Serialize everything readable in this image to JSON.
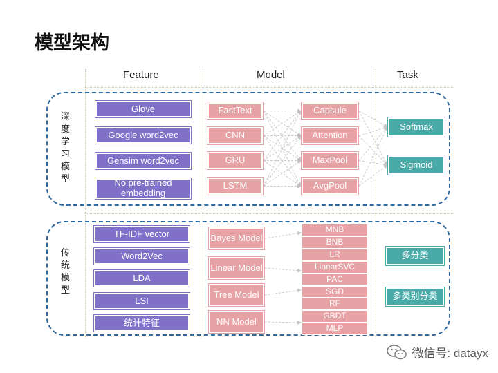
{
  "title": "模型架构",
  "headers": {
    "feature": "Feature",
    "model": "Model",
    "task": "Task"
  },
  "deep": {
    "label": "深度学习模型",
    "features": [
      "Glove",
      "Google word2vec",
      "Gensim word2vec",
      "No pre-trained embedding"
    ],
    "models_a": [
      "FastText",
      "CNN",
      "GRU",
      "LSTM"
    ],
    "models_b": [
      "Capsule",
      "Attention",
      "MaxPool",
      "AvgPool"
    ],
    "tasks": [
      "Softmax",
      "Sigmoid"
    ]
  },
  "traditional": {
    "label": "传统模型",
    "features": [
      "TF-IDF vector",
      "Word2Vec",
      "LDA",
      "LSI",
      "统计特征"
    ],
    "models": [
      "Bayes Model",
      "Linear Model",
      "Tree Model",
      "NN Model"
    ],
    "classifiers": [
      "MNB",
      "BNB",
      "LR",
      "LinearSVC",
      "PAC",
      "SGD",
      "RF",
      "GBDT",
      "MLP"
    ],
    "tasks": [
      "多分类",
      "多类别分类"
    ]
  },
  "watermark": "微信号: datayx",
  "colors": {
    "feature": "#8070c8",
    "model": "#e7a2a5",
    "task": "#4aaaa8",
    "border": "#2e6aa0"
  }
}
